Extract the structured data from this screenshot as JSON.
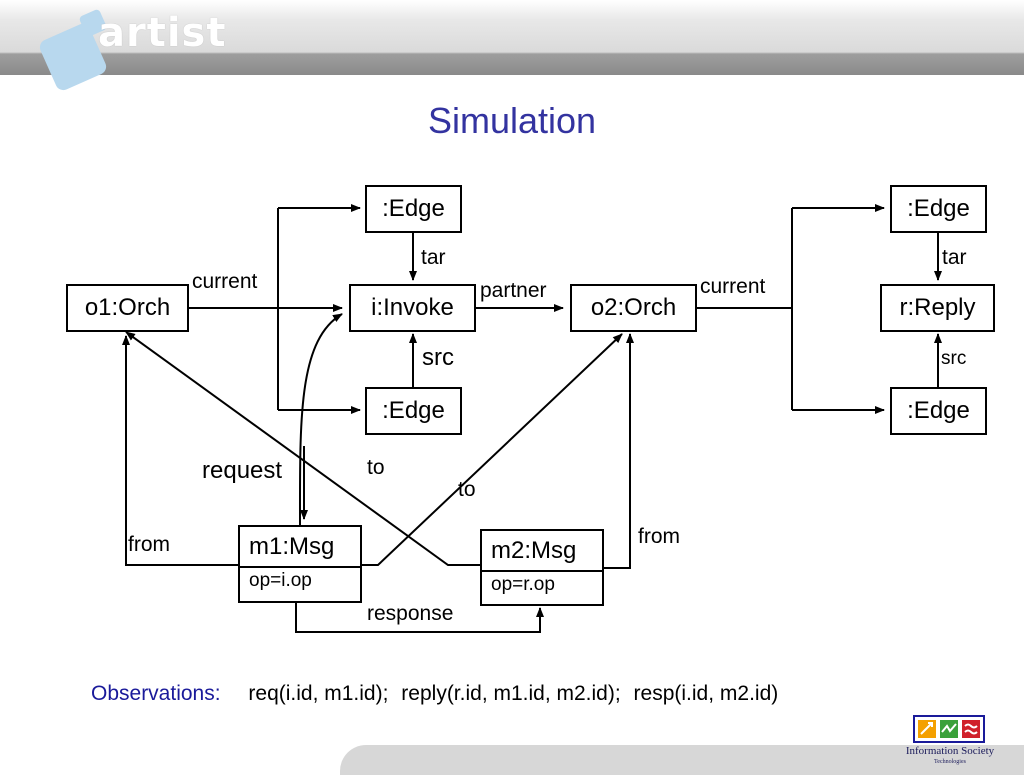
{
  "header": {
    "logo_text": "artist",
    "colors": {
      "logo_shape": "#b8d8ee",
      "logo_text": "#ffffff"
    }
  },
  "title": "Simulation",
  "diagram": {
    "nodes": {
      "edge_top_left": ":Edge",
      "o1_orch": "o1:Orch",
      "i_invoke": "i:Invoke",
      "edge_bottom_left": ":Edge",
      "o2_orch": "o2:Orch",
      "edge_top_right": ":Edge",
      "r_reply": "r:Reply",
      "edge_bottom_right": ":Edge",
      "m1_msg": {
        "name": "m1:Msg",
        "attr": "op=i.op"
      },
      "m2_msg": {
        "name": "m2:Msg",
        "attr": "op=r.op"
      }
    },
    "edge_labels": {
      "tar_left": "tar",
      "current_left": "current",
      "partner": "partner",
      "src_left": "src",
      "current_right": "current",
      "tar_right": "tar",
      "src_right": "src",
      "request": "request",
      "to_1": "to",
      "to_2": "to",
      "from_left": "from",
      "from_right": "from",
      "response": "response"
    }
  },
  "observations": {
    "label": "Observations:",
    "req": "req(i.id, m1.id);",
    "reply": "reply(r.id, m1.id, m2.id);",
    "resp": "resp(i.id, m2.id)"
  },
  "footer": {
    "logo_title": "Information Society",
    "logo_subtitle": "Technologies",
    "colors": {
      "frame": "#1a1a9a",
      "tile_1": "#f4a000",
      "tile_2": "#3aa13a",
      "tile_3": "#d0202a"
    }
  }
}
